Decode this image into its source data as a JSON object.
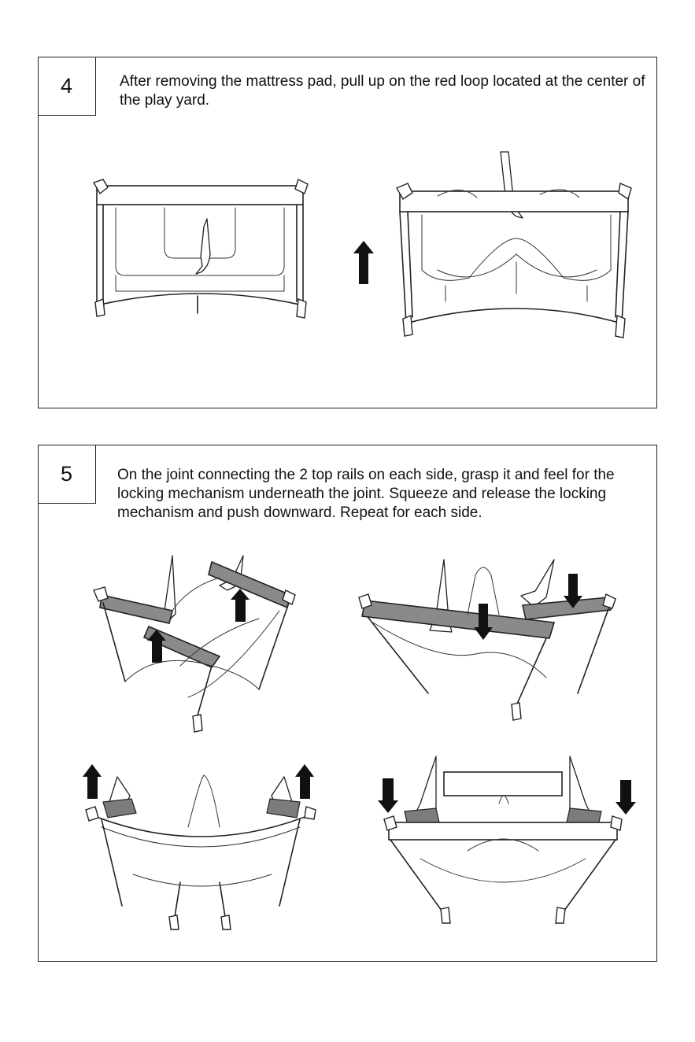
{
  "steps": [
    {
      "number": "4",
      "text": "After removing the mattress pad, pull up on the red loop located at the center of the play yard."
    },
    {
      "number": "5",
      "text": "On the joint connecting the 2 top rails on each side, grasp it and feel for the locking mechanism underneath the joint. Squeeze and release the locking mechanism and push downward. Repeat for each side."
    }
  ],
  "icons": [
    "up-arrow-icon",
    "down-arrow-icon"
  ],
  "colors": {
    "border": "#222222",
    "rail_grey": "#8a8a8a",
    "arrow": "#111111"
  }
}
